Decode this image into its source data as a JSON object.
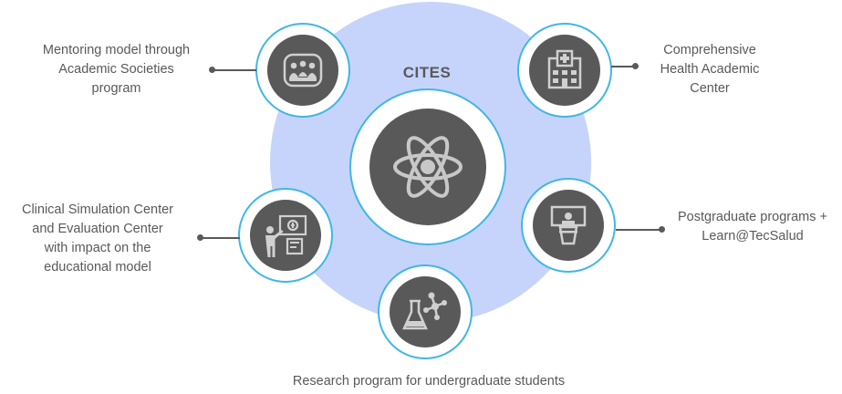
{
  "center": {
    "title": "CITES",
    "icon": "atom-icon"
  },
  "nodes": [
    {
      "id": "mentoring",
      "icon": "meeting-table-icon",
      "lines": [
        "Mentoring model through",
        "Academic Societies",
        "program"
      ]
    },
    {
      "id": "health",
      "icon": "hospital-icon",
      "lines": [
        "Comprehensive",
        "Health Academic",
        "Center"
      ]
    },
    {
      "id": "simulation",
      "icon": "teacher-presentation-icon",
      "lines": [
        "Clinical Simulation Center",
        "and Evaluation Center",
        "with impact on the",
        "educational model"
      ]
    },
    {
      "id": "postgraduate",
      "icon": "lecturer-podium-icon",
      "lines": [
        "Postgraduate programs +",
        "Learn@TecSalud"
      ]
    },
    {
      "id": "research",
      "icon": "lab-flask-molecule-icon",
      "lines": [
        "Research program for undergraduate students"
      ]
    }
  ],
  "colors": {
    "background_circle": "#c6d4fb",
    "ring": "#41b6e6",
    "node": "#595959",
    "text": "#595959"
  }
}
